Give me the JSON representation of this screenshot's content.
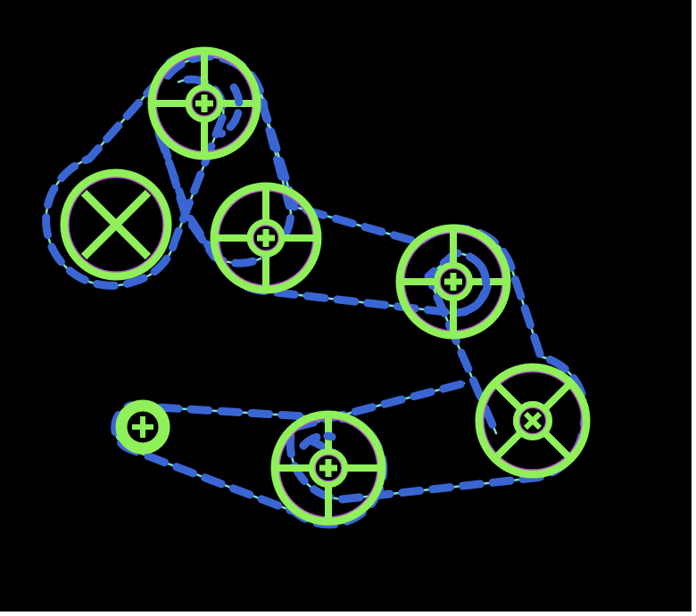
{
  "diagram": {
    "kind": "belt-routing",
    "colors": {
      "background": "#000000",
      "pulley": "#8ff05a",
      "pulley_edge": "#b056c8",
      "belt": "#3a66d4",
      "belt_line": "#7fe0c8"
    },
    "pulleys": [
      {
        "id": "top-left",
        "hub": "spoked-plus"
      },
      {
        "id": "left-idler",
        "hub": "x-cross"
      },
      {
        "id": "middle",
        "hub": "spoked-plus"
      },
      {
        "id": "right-upper",
        "hub": "spoked-plus"
      },
      {
        "id": "right-lower",
        "hub": "spoked-x"
      },
      {
        "id": "bottom-center",
        "hub": "spoked-plus"
      },
      {
        "id": "small-left",
        "hub": "small-plus"
      }
    ]
  }
}
